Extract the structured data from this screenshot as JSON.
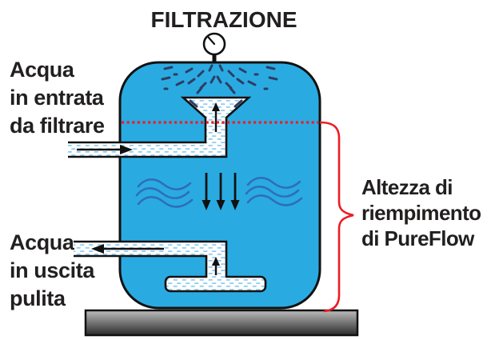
{
  "title": "FILTRAZIONE",
  "labels": {
    "inlet": {
      "line1": "Acqua",
      "line2": "in entrata",
      "line3": "da filtrare"
    },
    "outlet": {
      "line1": "Acqua",
      "line2": "in uscita",
      "line3": "pulita"
    },
    "fill_height": {
      "line1": "Altezza di",
      "line2": "riempimento",
      "line3": "di PureFlow"
    }
  },
  "colors": {
    "tank_blue": "#29ABE2",
    "outline_black": "#111111",
    "accent_red": "#ED1C24",
    "wave_blue": "#2F6EB8",
    "spray_navy": "#2E3D63",
    "pipe_dash_blue": "#8FCCEE",
    "pipe_fill_white": "#FFFFFF",
    "base_gray_light": "#BDBDBD",
    "base_gray_dark": "#2B2B2B",
    "text_dark": "#221F1F"
  },
  "icons": {
    "gauge": "pressure-gauge",
    "spray": "water-spray",
    "waves": "water-waves",
    "brace": "height-brace"
  }
}
